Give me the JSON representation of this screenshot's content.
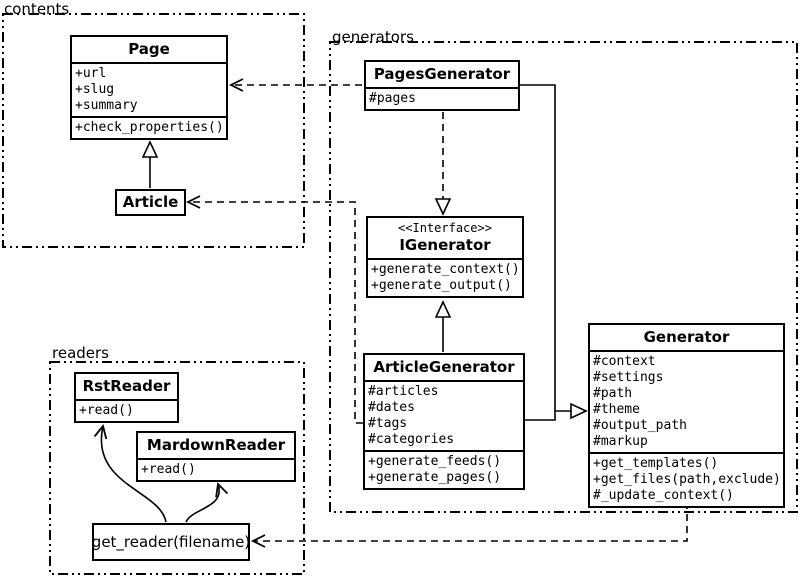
{
  "diagram": {
    "colors": {
      "line": "#000000",
      "background": "#ffffff"
    },
    "packages": {
      "contents": {
        "label": "contents"
      },
      "generators": {
        "label": "generators"
      },
      "readers": {
        "label": "readers"
      }
    },
    "classes": {
      "page": {
        "name": "Page",
        "attributes": [
          "+url",
          "+slug",
          "+summary"
        ],
        "methods": [
          "+check_properties()"
        ]
      },
      "article": {
        "name": "Article"
      },
      "pages_generator": {
        "name": "PagesGenerator",
        "attributes": [
          "#pages"
        ]
      },
      "igenerator": {
        "stereotype": "<<Interface>>",
        "name": "IGenerator",
        "methods": [
          "+generate_context()",
          "+generate_output()"
        ]
      },
      "article_generator": {
        "name": "ArticleGenerator",
        "attributes": [
          "#articles",
          "#dates",
          "#tags",
          "#categories"
        ],
        "methods": [
          "+generate_feeds()",
          "+generate_pages()"
        ]
      },
      "generator": {
        "name": "Generator",
        "attributes": [
          "#context",
          "#settings",
          "#path",
          "#theme",
          "#output_path",
          "#markup"
        ],
        "methods": [
          "+get_templates()",
          "+get_files(path,exclude)",
          "#_update_context()"
        ]
      },
      "rst_reader": {
        "name": "RstReader",
        "methods": [
          "+read()"
        ]
      },
      "markdown_reader": {
        "name": "MardownReader",
        "methods": [
          "+read()"
        ]
      },
      "get_reader": {
        "name": "get_reader(filename)"
      }
    }
  }
}
